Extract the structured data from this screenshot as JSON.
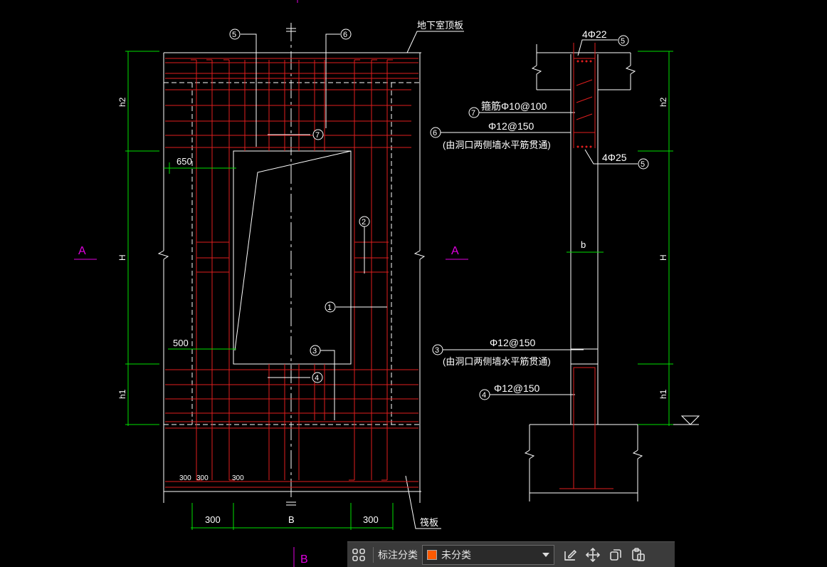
{
  "drawing": {
    "top_slab_label": "地下室顶板",
    "raft_label": "筏板",
    "section_marks": {
      "left": "A",
      "right": "A",
      "bottom": "B"
    },
    "dims": {
      "h2": "h2",
      "H": "H",
      "h1": "h1",
      "b": "b",
      "B": "B",
      "d650": "650",
      "d500": "500",
      "d300_bottom_left": "300",
      "d300_bottom_right": "300",
      "d300_small_1": "300",
      "d300_small_2": "300",
      "d300_small_3": "300"
    },
    "callouts": {
      "c1": "1",
      "c2": "2",
      "c3": "3",
      "c4": "4",
      "c5": "5",
      "c6": "6",
      "c7": "7"
    },
    "section_labels": {
      "top_bars": "4Φ22",
      "stirrup": "箍筋Φ10@100",
      "upper_bar": "Φ12@150",
      "upper_note": "(由洞口两侧墙水平筋贯通)",
      "bottom_bars": "4Φ25",
      "lower_bar": "Φ12@150",
      "lower_note": "(由洞口两侧墙水平筋贯通)",
      "vert_bar": "Φ12@150"
    },
    "colors": {
      "line": "#ffffff",
      "rebar": "#e01e1e",
      "dim": "#00e000",
      "mark": "#e000e0",
      "background": "#000000"
    }
  },
  "toolbar": {
    "label": "标注分类",
    "category_value": "未分类",
    "category_color": "#ff5a00",
    "icons": [
      "grid-icon",
      "edit-icon",
      "move-icon",
      "copy-icon",
      "paste-icon"
    ]
  }
}
